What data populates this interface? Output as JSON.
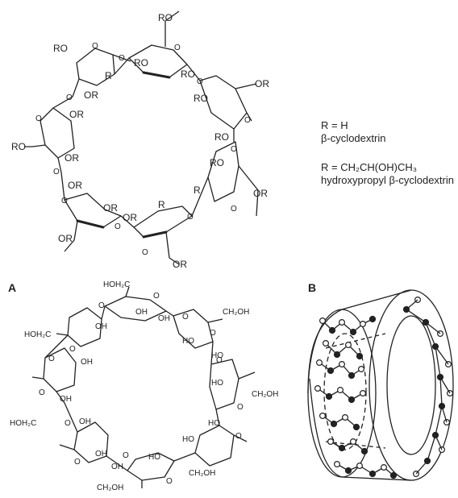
{
  "top": {
    "sub_R": "R",
    "sub_RO": "RO",
    "sub_OR": "OR",
    "ring_O": "O",
    "legend": {
      "line1": "R = H",
      "line2": "β-cyclodextrin",
      "line3": "R = CH₂CH(OH)CH₃",
      "line4": "hydroxypropyl β-cyclodextrin"
    }
  },
  "panel_a": {
    "label": "A",
    "sub_OH": "OH",
    "sub_CH2OH": "CH₂OH",
    "sub_HOH2C": "HOH₂C",
    "sub_HO": "HO",
    "ring_O": "O"
  },
  "panel_b": {
    "label": "B"
  }
}
